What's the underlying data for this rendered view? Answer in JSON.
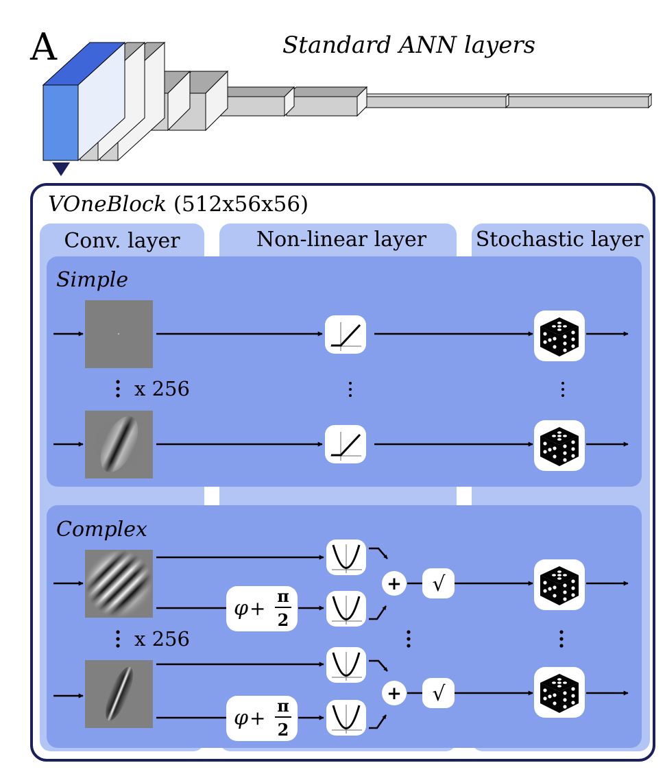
{
  "panel_letter": "A",
  "ann_title": "Standard ANN layers",
  "block_title_italic": "VOneBlock",
  "block_title_rest": " (512x56x56)",
  "columns": {
    "conv": "Conv. layer",
    "nonlinear": "Non-linear layer",
    "stochastic": "Stochastic layer"
  },
  "sections": {
    "simple": "Simple",
    "complex": "Complex"
  },
  "repeat_label": "x 256",
  "phase_shift": {
    "phi": "φ",
    "plus": "+",
    "numerator": "π",
    "denominator": "2"
  },
  "sum_symbol": "+",
  "sqrt_symbol": "√",
  "colors": {
    "ann_blue_front": "#5b8fe8",
    "ann_blue_top": "#3f66d8",
    "panel_fill": "#b3c5f4",
    "section_fill": "#869fec",
    "border": "#1b1f5e"
  }
}
